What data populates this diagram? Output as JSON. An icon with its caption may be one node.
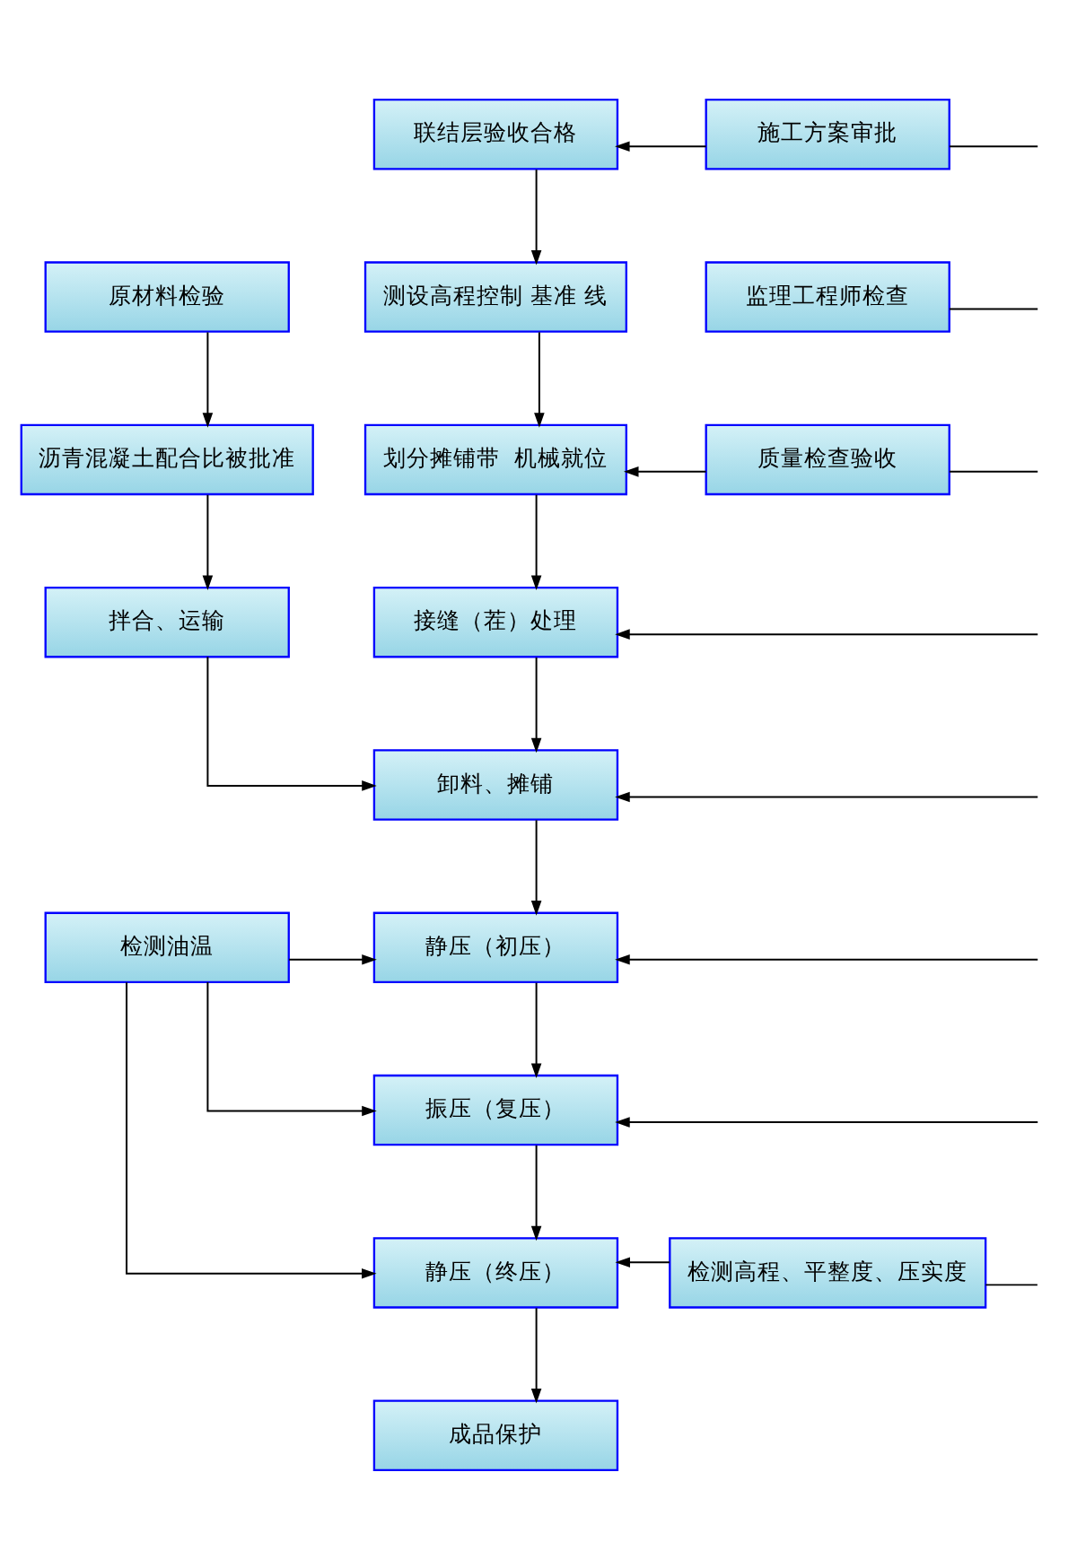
{
  "diagram": {
    "nodes": [
      {
        "text": [
          "联结层验收合格"
        ]
      },
      {
        "text": [
          "施工方案审批"
        ]
      },
      {
        "text": [
          "原材料检验"
        ]
      },
      {
        "text": [
          "测设高程控制 基准 线"
        ]
      },
      {
        "text": [
          "监理工程师检查"
        ]
      },
      {
        "text": [
          "沥青混凝土配合比被批准"
        ]
      },
      {
        "text": [
          "划分摊铺带  机械就位"
        ]
      },
      {
        "text": [
          "质量检查验收"
        ]
      },
      {
        "text": [
          "拌合、运输"
        ]
      },
      {
        "text": [
          "接缝（茬）处理"
        ]
      },
      {
        "text": [
          "卸料、摊铺"
        ]
      },
      {
        "text": [
          "检测油温"
        ]
      },
      {
        "text": [
          "静压（初压）"
        ]
      },
      {
        "text": [
          "振压（复压）"
        ]
      },
      {
        "text": [
          "检测高程、平整度、压实度"
        ]
      },
      {
        "text": [
          "静压（终压）"
        ]
      },
      {
        "text": [
          "成品保护"
        ]
      }
    ],
    "edges": [
      {
        "from": 1,
        "to": 0,
        "arrow": "to"
      },
      {
        "from": 1,
        "to": null,
        "arrow": "none"
      },
      {
        "from": 0,
        "to": 3,
        "arrow": "to"
      },
      {
        "from": 4,
        "to": null,
        "arrow": "none"
      },
      {
        "from": 2,
        "to": 5,
        "arrow": "to"
      },
      {
        "from": 3,
        "to": 6,
        "arrow": "to"
      },
      {
        "from": 7,
        "to": 6,
        "arrow": "to"
      },
      {
        "from": 7,
        "to": null,
        "arrow": "none"
      },
      {
        "from": 5,
        "to": 8,
        "arrow": "to"
      },
      {
        "from": 6,
        "to": 9,
        "arrow": "to"
      },
      {
        "from": null,
        "to": 9,
        "arrow": "to"
      },
      {
        "from": 8,
        "to": 10,
        "arrow": "to"
      },
      {
        "from": 9,
        "to": 10,
        "arrow": "to"
      },
      {
        "from": null,
        "to": 10,
        "arrow": "to"
      },
      {
        "from": 11,
        "to": 12,
        "arrow": "to"
      },
      {
        "from": 10,
        "to": 12,
        "arrow": "to"
      },
      {
        "from": null,
        "to": 12,
        "arrow": "to"
      },
      {
        "from": 11,
        "to": 13,
        "arrow": "to"
      },
      {
        "from": 12,
        "to": 13,
        "arrow": "to"
      },
      {
        "from": null,
        "to": 13,
        "arrow": "to"
      },
      {
        "from": 11,
        "to": 15,
        "arrow": "to"
      },
      {
        "from": 13,
        "to": 15,
        "arrow": "to"
      },
      {
        "from": 14,
        "to": 15,
        "arrow": "to"
      },
      {
        "from": 14,
        "to": null,
        "arrow": "none"
      },
      {
        "from": 15,
        "to": 16,
        "arrow": "to"
      }
    ]
  }
}
